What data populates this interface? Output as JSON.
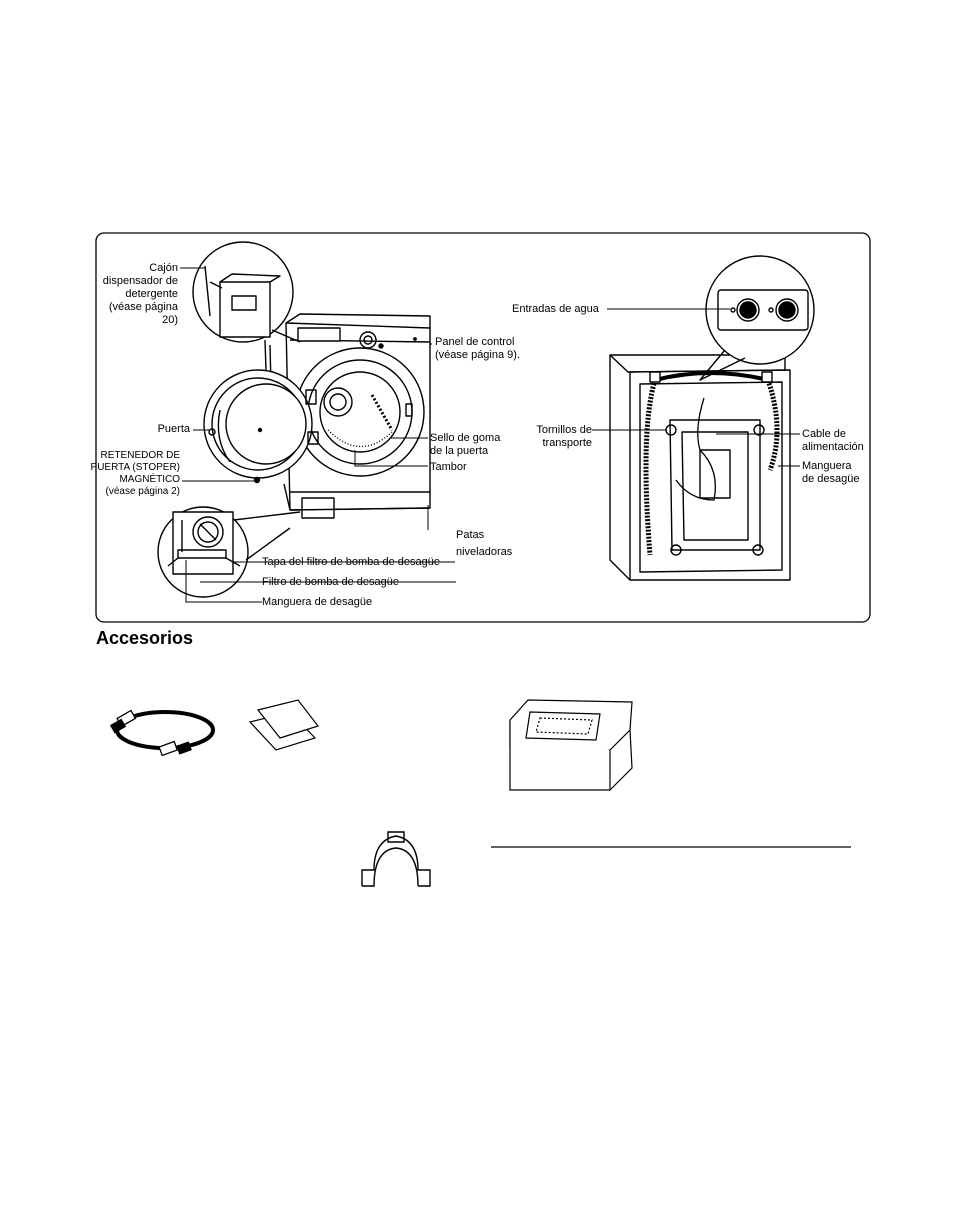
{
  "diagram": {
    "labels": {
      "cajon": "Cajón\ndispensador de\ndetergente\n(véase página\n20)",
      "panel_control": "Panel de control\n(véase página 9).",
      "puerta": "Puerta",
      "retenedor": "RETENEDOR DE\nPUERTA (STOPER)\nMAGNÉTICO\n(véase página 2)",
      "sello": "Sello de goma\nde la puerta",
      "tambor": "Tambor",
      "patas": "Patas\nniveladoras",
      "tapa_filtro": "Tapa del filtro de bomba de desagüe",
      "filtro_bomba": "Filtro de bomba de desagüe",
      "manguera_front": "Manguera de desagüe",
      "entradas_agua": "Entradas de agua",
      "tornillos": "Tornillos de\ntransporte",
      "cable": "Cable de\nalimentación",
      "manguera_back": "Manguera\nde desagüe"
    }
  },
  "accesorios": {
    "heading": "Accesorios"
  },
  "icons": [
    "water-inlet-hose-icon",
    "pads-icon",
    "pedestal-icon",
    "elbow-bracket-icon",
    "washer-front-icon",
    "washer-back-icon"
  ]
}
